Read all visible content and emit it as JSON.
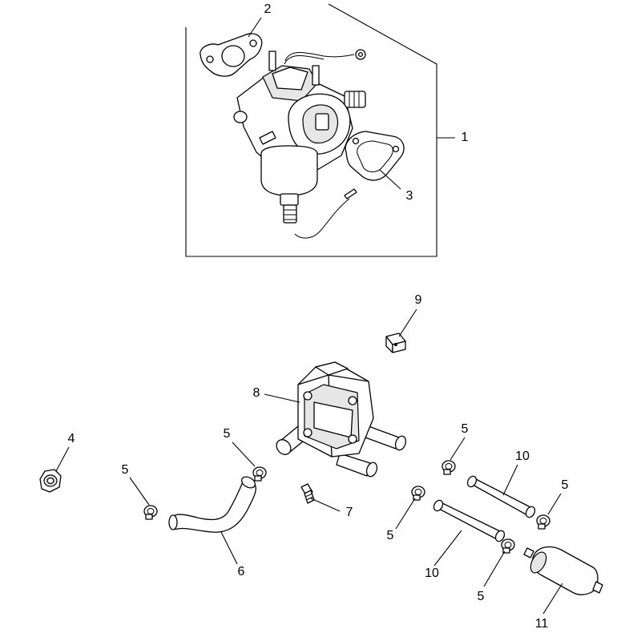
{
  "callouts": [
    {
      "id": "c1",
      "text": "1"
    },
    {
      "id": "c2",
      "text": "2"
    },
    {
      "id": "c3",
      "text": "3"
    },
    {
      "id": "c4",
      "text": "4"
    },
    {
      "id": "c5a",
      "text": "5"
    },
    {
      "id": "c5b",
      "text": "5"
    },
    {
      "id": "c5c",
      "text": "5"
    },
    {
      "id": "c5d",
      "text": "5"
    },
    {
      "id": "c5e",
      "text": "5"
    },
    {
      "id": "c5f",
      "text": "5"
    },
    {
      "id": "c6",
      "text": "6"
    },
    {
      "id": "c7",
      "text": "7"
    },
    {
      "id": "c8",
      "text": "8"
    },
    {
      "id": "c9",
      "text": "9"
    },
    {
      "id": "c10a",
      "text": "10"
    },
    {
      "id": "c10b",
      "text": "10"
    },
    {
      "id": "c11",
      "text": "11"
    }
  ],
  "colors": {
    "line": "#000000",
    "background": "#ffffff"
  }
}
